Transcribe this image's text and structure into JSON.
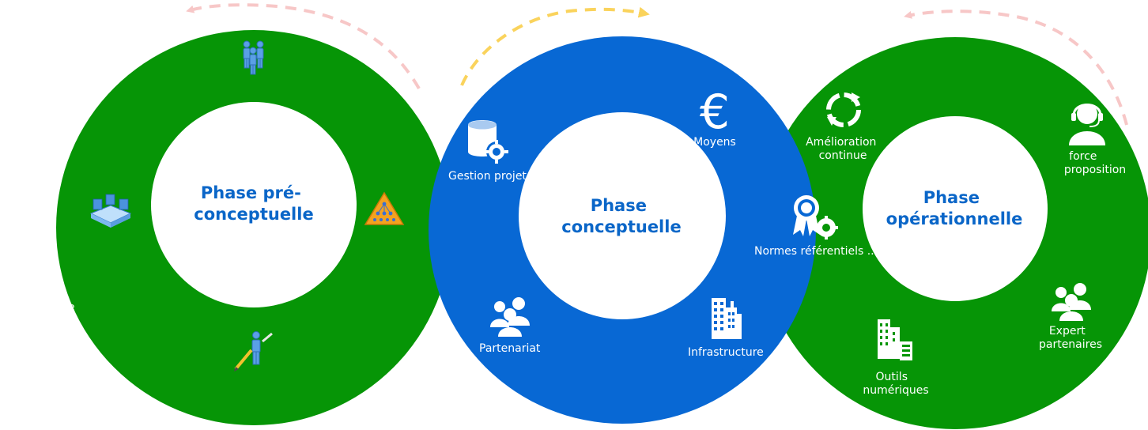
{
  "colors": {
    "green_ring": "#069506",
    "blue_ring": "#0868d4",
    "title_blue": "#0a66c8",
    "arrow_pink": "#f7c7c7",
    "arrow_yellow": "#fad35c",
    "label_white": "#ffffff"
  },
  "phases": {
    "pre_conceptual": {
      "title_line1": "Phase pré-",
      "title_line2": "conceptuelle",
      "icons": [
        "people-group-icon",
        "network-blocks-icon",
        "warning-triangle-icon",
        "person-pencil-icon"
      ],
      "cropped_label": "e"
    },
    "conceptual": {
      "title_line1": "Phase",
      "title_line2": "conceptuelle",
      "items": {
        "gestion_projet": "Gestion projet",
        "moyens": "Moyens",
        "partenariat": "Partenariat",
        "infrastructure": "Infrastructure",
        "normes": "Normes référentiels ..."
      }
    },
    "operational": {
      "title_line1": "Phase",
      "title_line2": "opérationnelle",
      "items": {
        "amelioration_line1": "Amélioration",
        "amelioration_line2": "continue",
        "force_line1": "force",
        "force_line2": "proposition",
        "expert_line1": "Expert",
        "expert_line2": "partenaires",
        "outils_line1": "Outils",
        "outils_line2": "numériques"
      }
    }
  }
}
